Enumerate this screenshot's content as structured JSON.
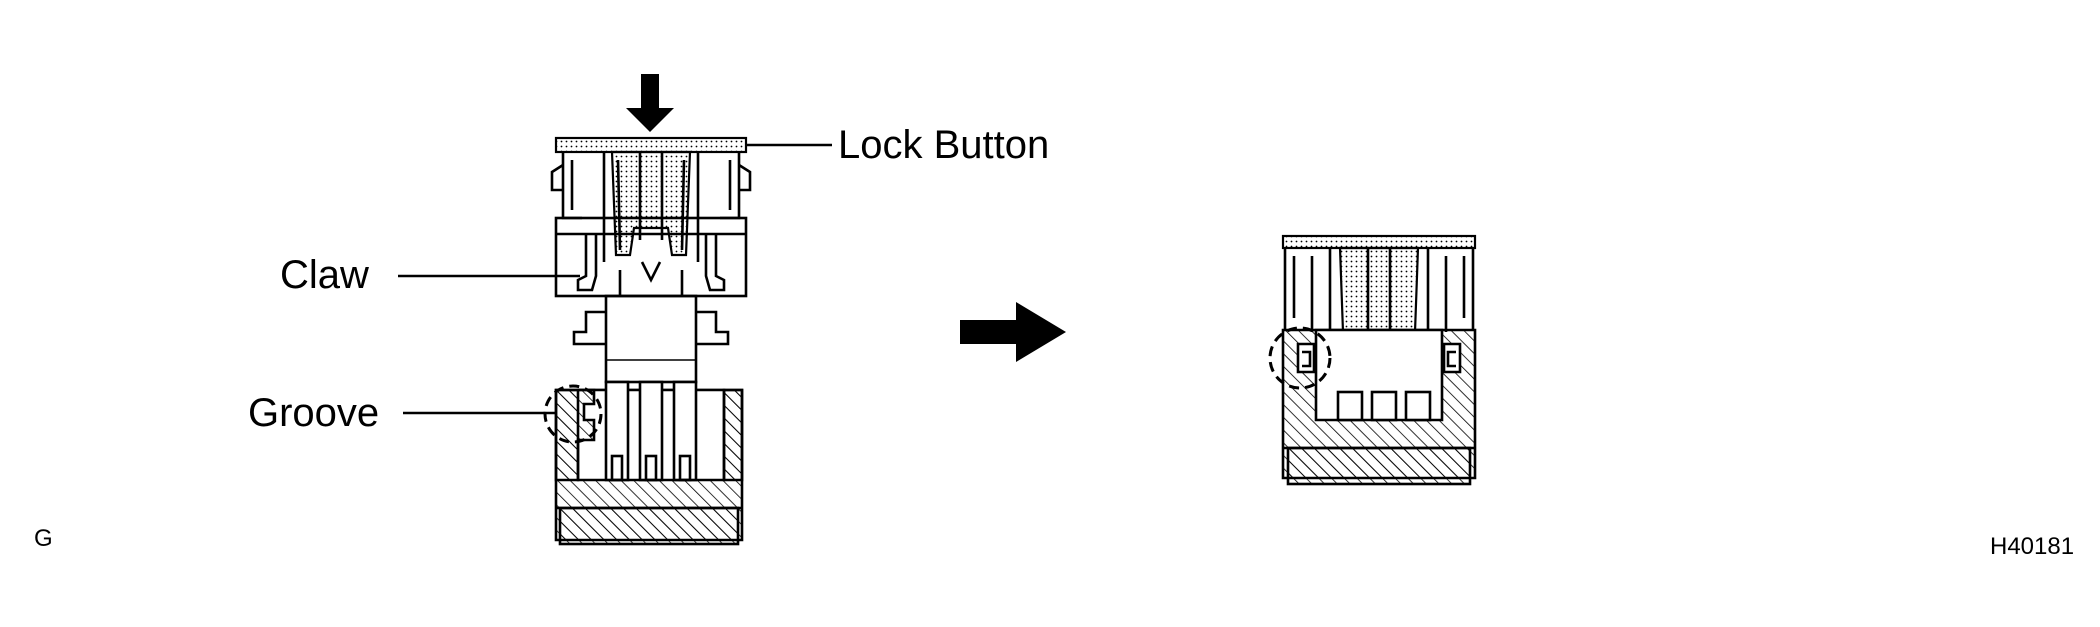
{
  "figure": {
    "labels": {
      "lock_button": "Lock Button",
      "claw": "Claw",
      "groove": "Groove"
    },
    "corner_code_left": "G",
    "figure_code": "H40181"
  },
  "icons": {
    "push_arrow": "down-arrow-icon",
    "transition_arrow": "right-arrow-icon"
  },
  "colors": {
    "ink": "#000000",
    "background": "#ffffff"
  }
}
